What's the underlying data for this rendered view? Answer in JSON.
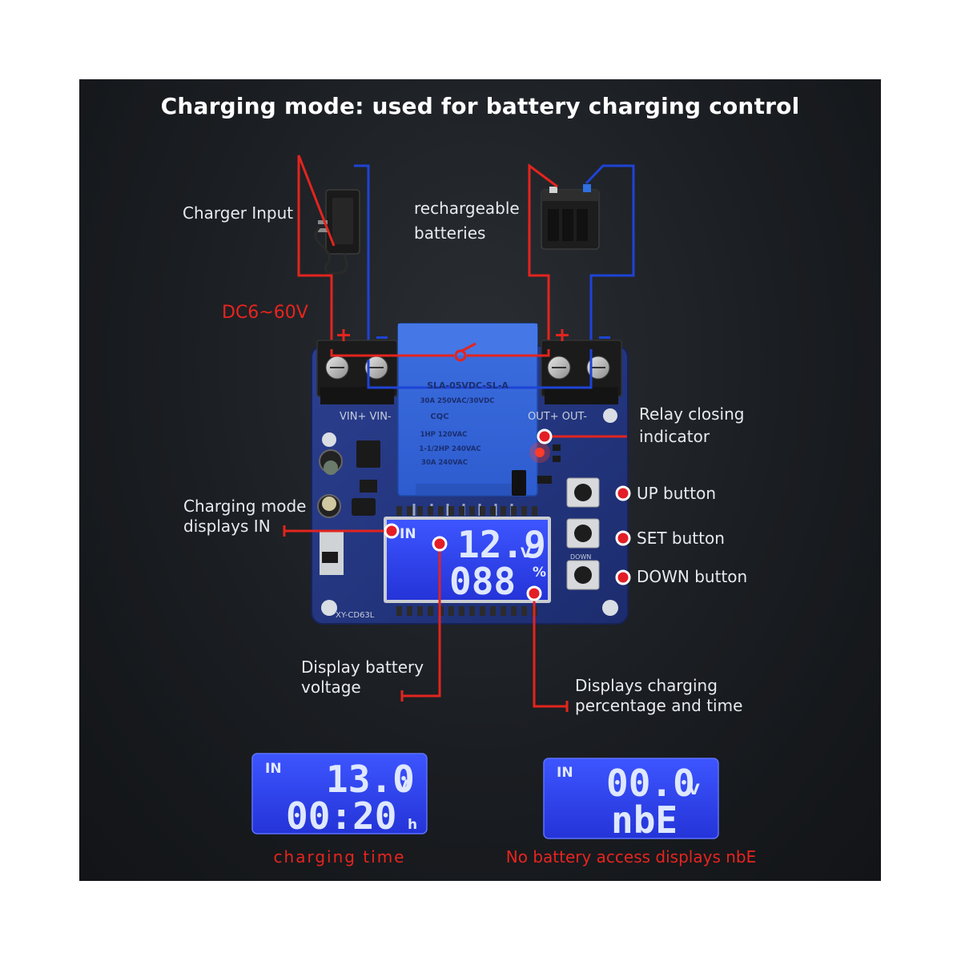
{
  "title": "Charging mode: used for battery charging control",
  "labels": {
    "charger_input": "Charger Input",
    "batteries_line1": "rechargeable",
    "batteries_line2": "batteries",
    "input_range": "DC6~60V",
    "relay_indicator_line1": "Relay closing",
    "relay_indicator_line2": "indicator",
    "up_button": "UP button",
    "set_button": "SET button",
    "down_button": "DOWN button",
    "charging_mode_line1": "Charging mode",
    "charging_mode_line2": "displays IN",
    "display_voltage_line1": "Display battery",
    "display_voltage_line2": "voltage",
    "display_pct_line1": "Displays charging",
    "display_pct_line2": "percentage and time"
  },
  "board": {
    "terminals_in": "VIN+ VIN-",
    "terminals_out": "OUT+ OUT-",
    "plus": "+",
    "minus": "−",
    "model": "XY-CD63L",
    "down_silk": "DOWN",
    "relay_lines": [
      "SLA-05VDC-SL-A",
      "30A 250VAC/30VDC",
      "CQC",
      "1HP 120VAC",
      "1-1/2HP 240VAC",
      "30A 240VAC"
    ]
  },
  "main_lcd": {
    "mode": "IN",
    "value_top": "12.9",
    "unit_top": "V",
    "value_bottom": "088",
    "unit_bottom": "%"
  },
  "lcd_charging": {
    "mode": "IN",
    "value_top": "13.0",
    "unit_top": "V",
    "value_bottom": "00:20",
    "unit_bottom": "h",
    "caption": "charging time"
  },
  "lcd_nobattery": {
    "mode": "IN",
    "value_top": "00.0",
    "unit_top": "V",
    "value_bottom": "nbE",
    "caption": "No battery access displays nbE"
  },
  "colors": {
    "wire_red": "#e3241e",
    "wire_blue": "#1e43d6",
    "pcb": "#22357e",
    "lcd": "#2f44f0",
    "dot": "#e31e26"
  }
}
